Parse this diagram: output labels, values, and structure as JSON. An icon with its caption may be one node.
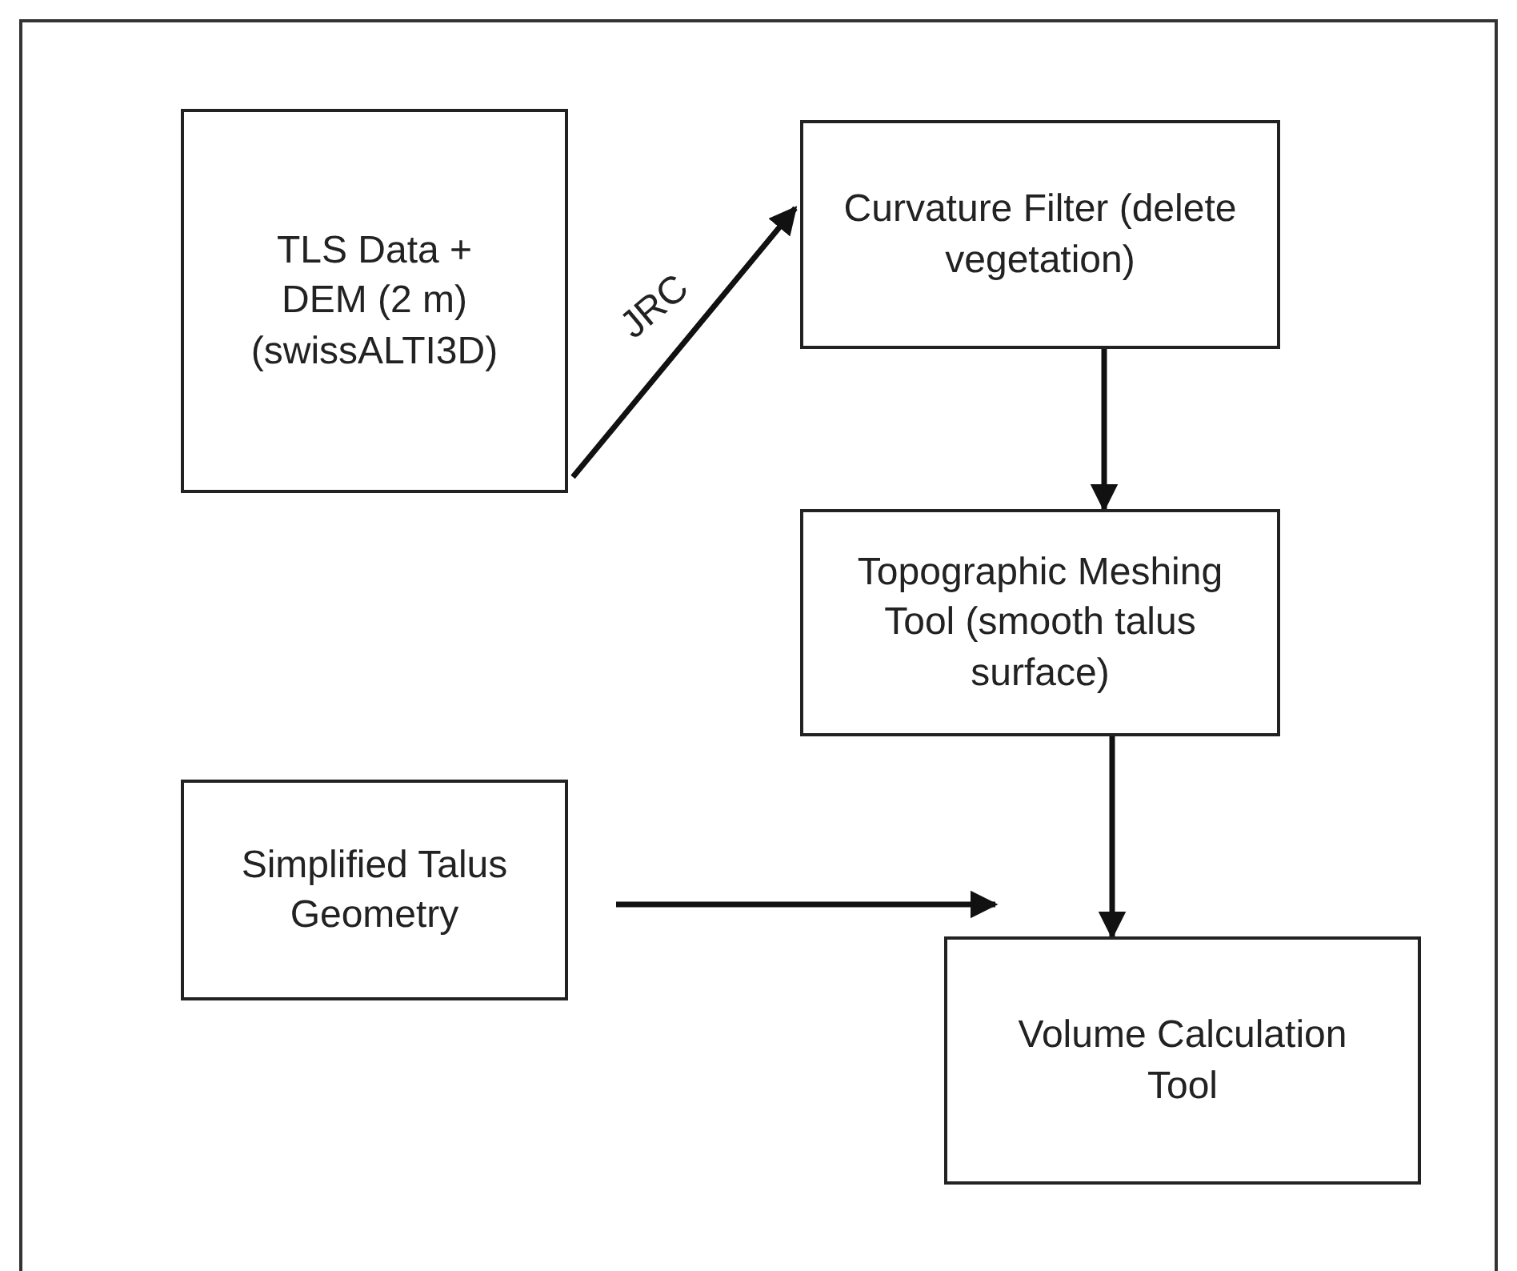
{
  "diagram": {
    "nodes": [
      {
        "text": [
          "TLS Data + DEM (2 m) (swissALTI3D)"
        ]
      },
      {
        "text": [
          "Curvature Filter (delete vegetation)"
        ]
      },
      {
        "text": [
          "Topographic Meshing Tool (smooth talus surface)"
        ]
      },
      {
        "text": [
          "Simplified Talus Geometry"
        ]
      },
      {
        "text": [
          "Volume Calculation Tool"
        ]
      }
    ],
    "edges": [
      {
        "from": 0,
        "to": 1,
        "arrow": "to",
        "label": "JRC"
      },
      {
        "from": 1,
        "to": 2,
        "arrow": "to"
      },
      {
        "from": 2,
        "to": 4,
        "arrow": "to"
      },
      {
        "from": 3,
        "to": 4,
        "arrow": "to"
      }
    ]
  }
}
